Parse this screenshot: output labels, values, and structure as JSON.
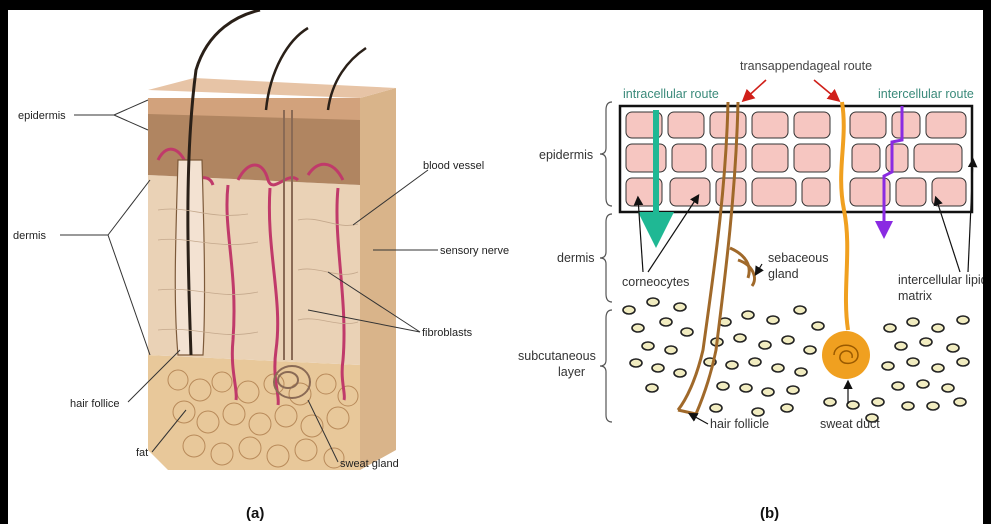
{
  "panel_a": {
    "labels": {
      "epidermis": "epidermis",
      "dermis": "dermis",
      "hair_follice": "hair follice",
      "fat": "fat",
      "blood_vessel": "blood vessel",
      "sensory_nerve": "sensory nerve",
      "fibroblasts": "fibroblasts",
      "sweat_gland": "sweat gland"
    },
    "caption": "(a)"
  },
  "panel_b": {
    "labels": {
      "epidermis": "epidermis",
      "dermis": "dermis",
      "subcutaneous_1": "subcutaneous",
      "subcutaneous_2": "layer",
      "intracellular_route": "intracellular route",
      "transappendageal_route": "transappendageal route",
      "intercellular_route": "intercellular route",
      "sebaceous_1": "sebaceous",
      "sebaceous_2": "gland",
      "corneocytes": "corneocytes",
      "lipid_1": "intercellular lipid",
      "lipid_2": "matrix",
      "hair_follicle": "hair follicle",
      "sweat_duct": "sweat duct"
    },
    "caption": "(b)"
  },
  "colors": {
    "corneocyte_fill": "#f6c6c1",
    "intracellular_arrow": "#1fb894",
    "intercellular_arrow": "#8a2be2",
    "route_arrow": "#d0201a",
    "hair_follicle": "#a0692a",
    "sweat_duct": "#f0a020",
    "fat_cell": "#f1ecc0"
  }
}
